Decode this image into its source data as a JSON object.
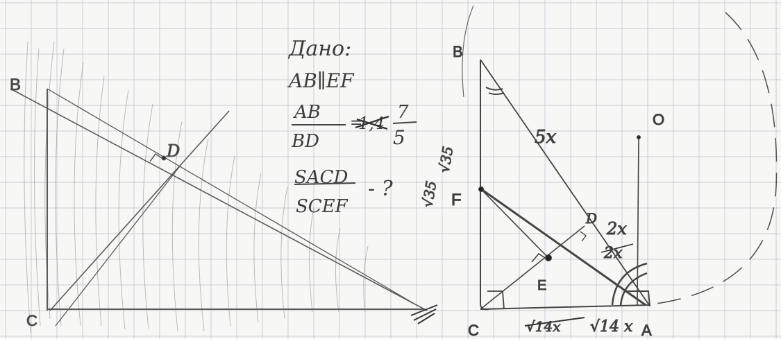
{
  "left_figure": {
    "points": {
      "b": "B",
      "c": "C",
      "d": "D"
    }
  },
  "given": {
    "heading": "Дано:",
    "parallel": "AB∥EF",
    "ratio_numerator": "AB",
    "ratio_denominator": "BD",
    "equals": "=",
    "struck_value": "1,4",
    "fraction_numerator": "7",
    "fraction_denominator": "5",
    "find_numerator": "SACD",
    "find_denominator": "SCEF",
    "find_suffix": "- ?"
  },
  "right_figure": {
    "points": {
      "b": "B",
      "c": "C",
      "a": "A",
      "f": "F",
      "e": "E",
      "d": "D",
      "o": "O"
    },
    "segment_labels": {
      "bd": "5x",
      "da": "2x",
      "da_repeat": "2x",
      "ca": "√14 x",
      "ca_struck": "√14x",
      "bf_side": "√35",
      "cf_side": "√35"
    }
  }
}
